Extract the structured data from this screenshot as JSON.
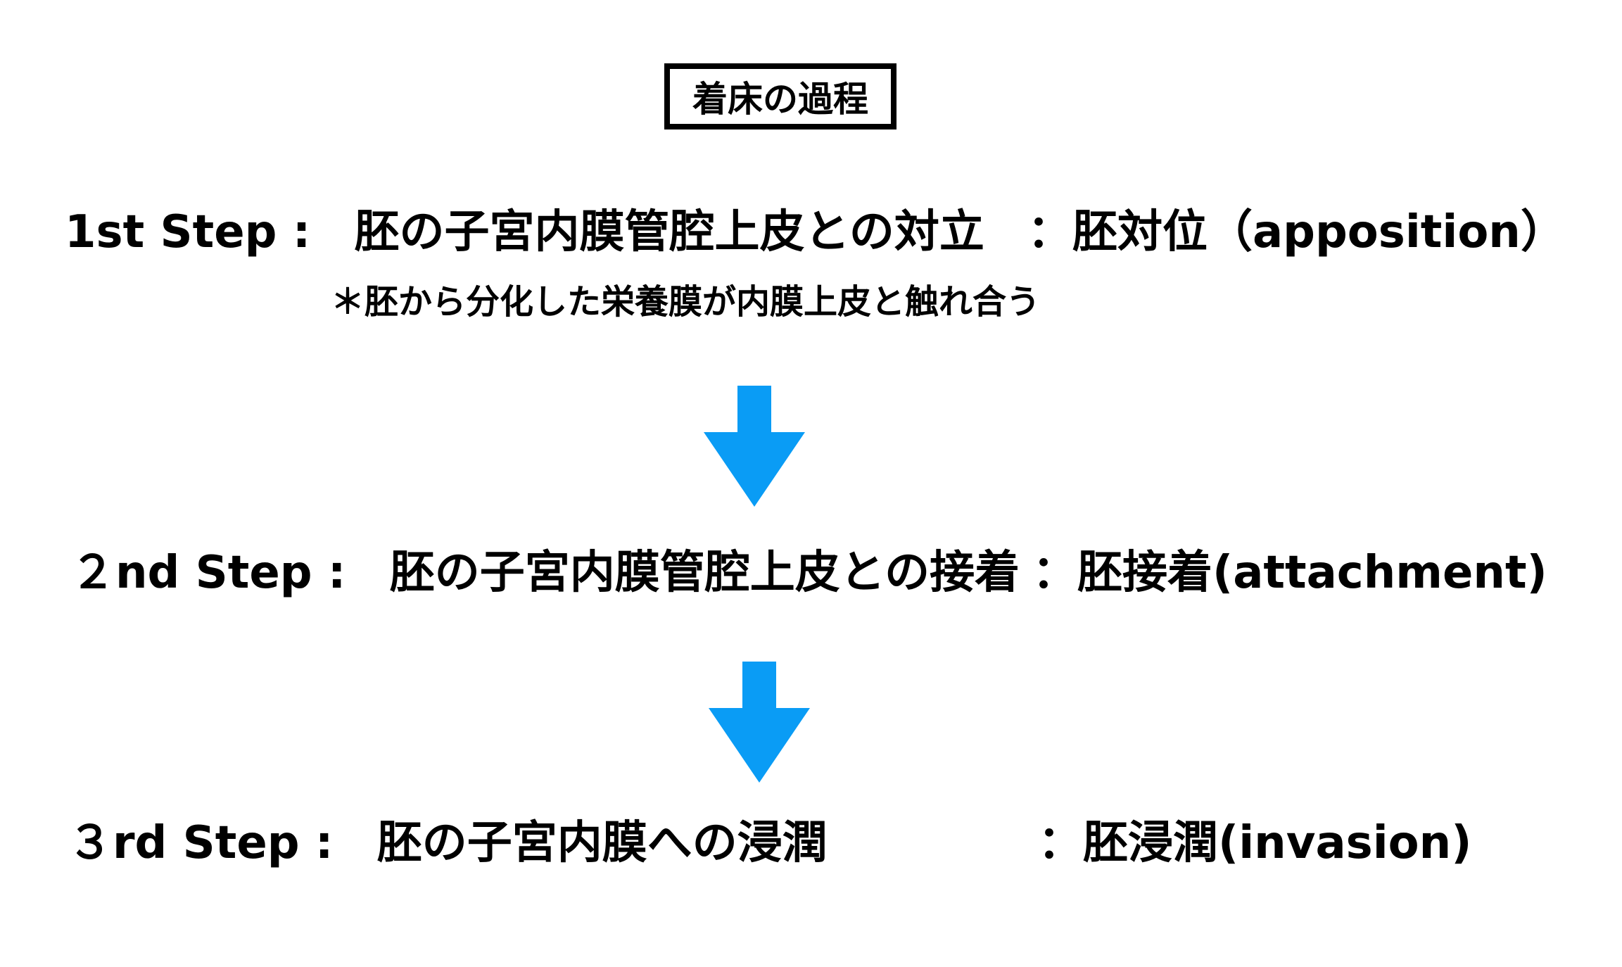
{
  "title": "着床の過程",
  "accent_color": "#0a9cf5",
  "steps": [
    {
      "label": "1st  Step :",
      "description": "胚の子宮内膜管腔上皮との対立",
      "term": "：胚対位（apposition）",
      "note": "＊胚から分化した栄養膜が内膜上皮と触れ合う"
    },
    {
      "label": "２nd Step :",
      "description": "胚の子宮内膜管腔上皮との接着",
      "term": "：胚接着(attachment)"
    },
    {
      "label": "３rd Step :",
      "description": "胚の子宮内膜への浸潤",
      "term": "：胚浸潤(invasion)"
    }
  ],
  "arrows": [
    {
      "icon": "down-arrow-icon",
      "direction": "down"
    },
    {
      "icon": "down-arrow-icon",
      "direction": "down"
    }
  ]
}
